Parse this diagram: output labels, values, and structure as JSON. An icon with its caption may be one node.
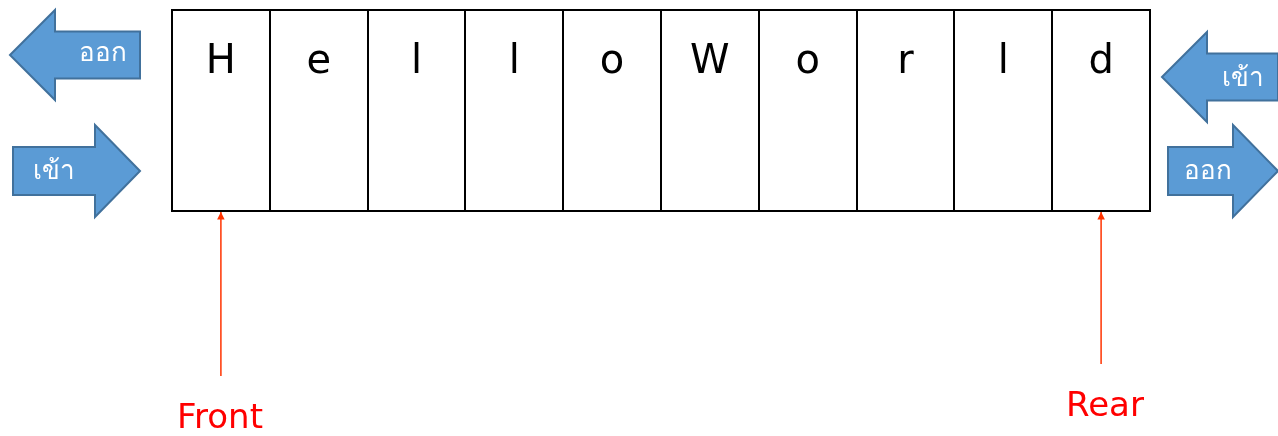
{
  "diagram": {
    "nodes": [
      {
        "text": [
          "ออก"
        ]
      },
      {
        "text": [
          "เข้า"
        ]
      },
      {
        "text": [
          "H"
        ]
      },
      {
        "text": [
          "e"
        ]
      },
      {
        "text": [
          "l"
        ]
      },
      {
        "text": [
          "l"
        ]
      },
      {
        "text": [
          "o"
        ]
      },
      {
        "text": [
          "W"
        ]
      },
      {
        "text": [
          "o"
        ]
      },
      {
        "text": [
          "r"
        ]
      },
      {
        "text": [
          "l"
        ]
      },
      {
        "text": [
          "d"
        ]
      },
      {
        "text": [
          "เข้า"
        ]
      },
      {
        "text": [
          "ออก"
        ]
      },
      {
        "text": [
          "Front"
        ]
      },
      {
        "text": [
          "Rear"
        ]
      }
    ],
    "edges": [
      {
        "from": 14,
        "to": 2,
        "arrow": "to"
      },
      {
        "from": 15,
        "to": 11,
        "arrow": "to"
      }
    ]
  }
}
